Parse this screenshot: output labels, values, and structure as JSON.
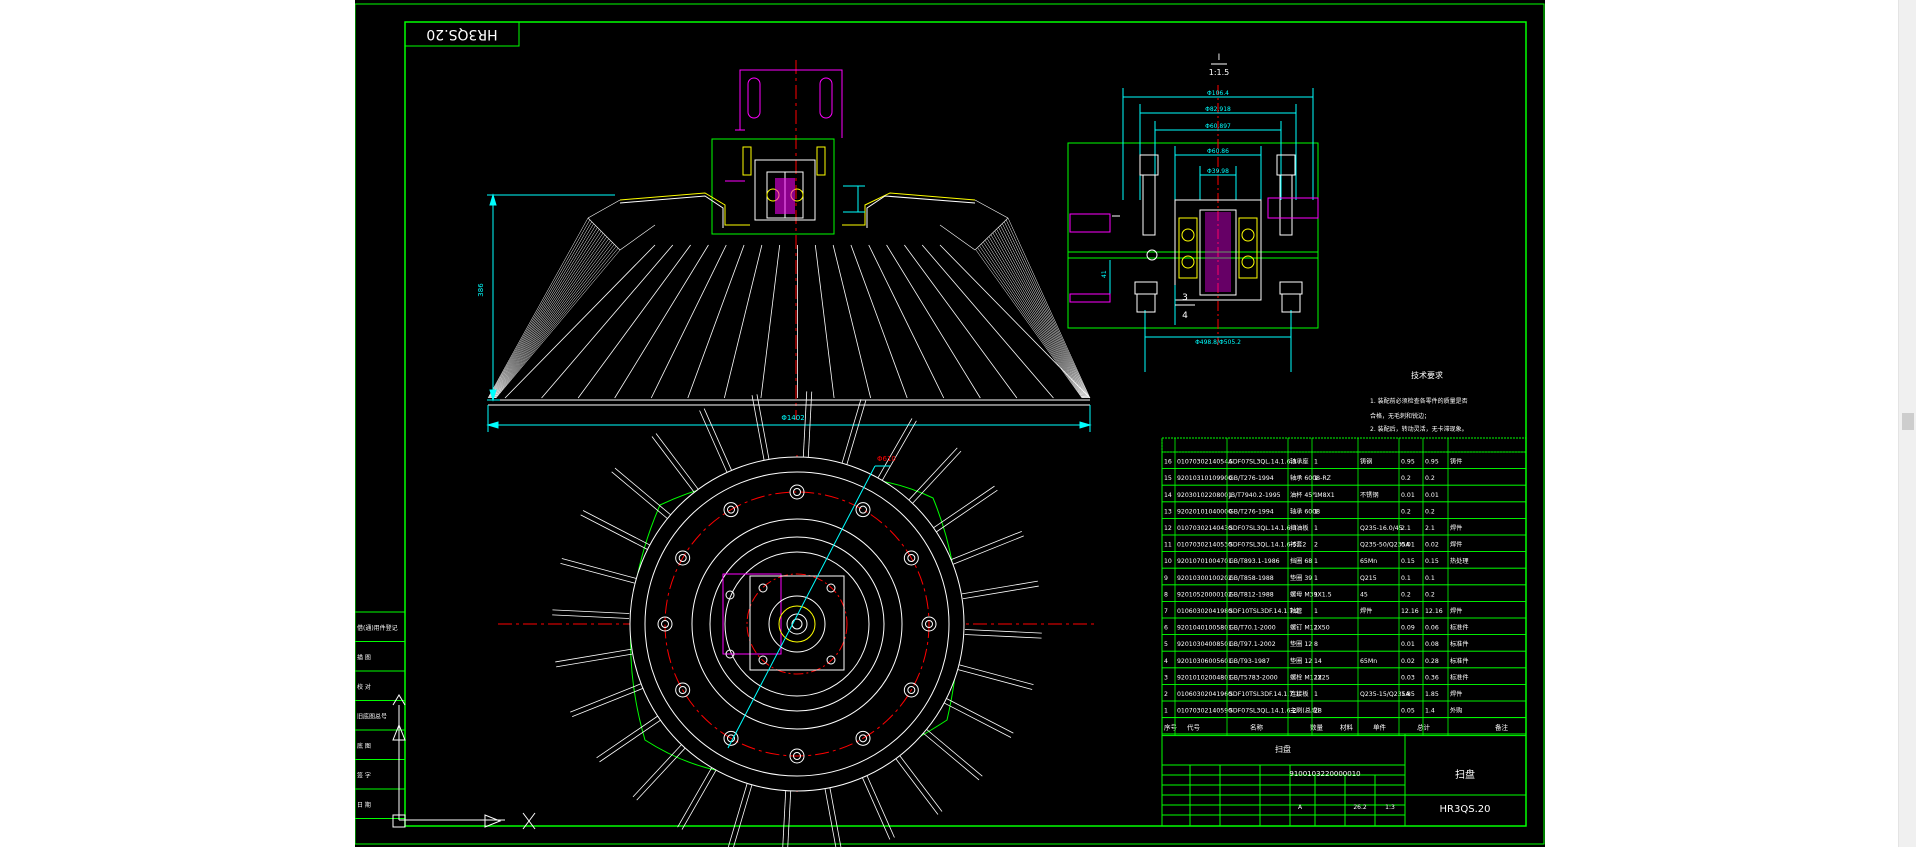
{
  "drawing": {
    "rotated_title": "HR3QS.20",
    "detail_view": {
      "label": "I",
      "scale": "1:1.5"
    },
    "dimensions": {
      "overall_width": "Φ1402",
      "height": "386",
      "hole_pcd": "Φ610",
      "d1": "Φ106.4",
      "d2": "Φ82.918",
      "d3": "Φ60.897",
      "d4": "Φ60.86",
      "d5": "Φ39.98",
      "d_base": "Φ498.8/Φ505.2",
      "h_side": "41"
    },
    "tech_req": {
      "title": "技术要求",
      "lines": [
        "1. 装配前必须检查各零件的质量是否",
        "   合格，无毛刺和锐边；",
        "2. 装配后，转动灵活，无卡滞现象。"
      ]
    },
    "marks": {
      "num": "3",
      "den": "4"
    }
  },
  "bom": {
    "headers": [
      "序号",
      "代号",
      "名称",
      "数量",
      "材料",
      "单件",
      "总计",
      "备注"
    ],
    "rows": [
      [
        "16",
        "0107030214054A",
        "SDF07SL3QL.14.1.6.3",
        "轴承座",
        "1",
        "铸钢",
        "0.95",
        "0.95",
        "铸件"
      ],
      [
        "15",
        "92010310109900",
        "GB/T276-1994",
        "轴承 6008-RZ",
        "1",
        "",
        "0.2",
        "0.2",
        ""
      ],
      [
        "14",
        "92030102208001",
        "JB/T7940.2-1995",
        "油杯 45° M8X1",
        "1",
        "不锈钢",
        "0.01",
        "0.01",
        ""
      ],
      [
        "13",
        "92020101040000",
        "GB/T276-1994",
        "轴承 6008",
        "1",
        "",
        "0.2",
        "0.2",
        ""
      ],
      [
        "12",
        "01070302140430",
        "SDF07SL3QL.14.1.6-3",
        "挡油板",
        "1",
        "Q235-16.0/45",
        "2.1",
        "2.1",
        "焊件"
      ],
      [
        "11",
        "01070302140530",
        "SDF07SL3QL.14.1.6-5",
        "衬套2",
        "2",
        "Q235-50/Q235A",
        "0.01",
        "0.02",
        "焊件"
      ],
      [
        "10",
        "92010701004701",
        "GB/T893.1-1986",
        "挡圈 68",
        "1",
        "65Mn",
        "0.15",
        "0.15",
        "热处理"
      ],
      [
        "9",
        "92010300100202",
        "GB/T858-1988",
        "垫圈 39",
        "1",
        "Q215",
        "0.1",
        "0.1",
        ""
      ],
      [
        "8",
        "92010520000102",
        "GB/T812-1988",
        "螺母 M39X1.5",
        "1",
        "45",
        "0.2",
        "0.2",
        ""
      ],
      [
        "7",
        "01060302041980",
        "SDF10TSL3DF.14.1.7.2",
        "轴管",
        "1",
        "焊件",
        "12.16",
        "12.16",
        "焊件"
      ],
      [
        "6",
        "92010401005801",
        "GB/T70.1-2000",
        "螺钉 M12X50",
        "1",
        "",
        "0.09",
        "0.06",
        "标准件"
      ],
      [
        "5",
        "92010304008501",
        "GB/T97.1-2002",
        "垫圈 12",
        "8",
        "",
        "0.01",
        "0.08",
        "标准件"
      ],
      [
        "4",
        "92010306005601",
        "GB/T93-1987",
        "垫圈 12",
        "14",
        "65Mn",
        "0.02",
        "0.28",
        "标准件"
      ],
      [
        "3",
        "92010102004801",
        "GB/T5783-2000",
        "螺栓 M12X25",
        "12",
        "",
        "0.03",
        "0.36",
        "标准件"
      ],
      [
        "2",
        "01060302041960",
        "SDF10TSL3DF.14.1.7-1",
        "连接板",
        "1",
        "Q235-15/Q235A",
        "1.85",
        "1.85",
        "焊件"
      ],
      [
        "1",
        "01070302140590",
        "SDF07SL3QL.14.1.6-2",
        "主刷(总成)",
        "28",
        "",
        "0.05",
        "1.4",
        "外购"
      ]
    ]
  },
  "title_block": {
    "part_name": "扫盘",
    "drawing_number": "9100103220000010",
    "part_code": "HR3QS.20",
    "left_block_labels": [
      "借(通)用件登记",
      "描 图",
      "校 对",
      "旧底图总号",
      "底 图",
      "签 字",
      "日 期"
    ],
    "scale_values": [
      "26.2",
      "1:3"
    ],
    "stage": "A"
  },
  "colors": {
    "frame": "#00ff00",
    "outline": "#ffffff",
    "dimension": "#00ffff",
    "centerline": "#ff0000",
    "plate": "#ff00ff",
    "bolt": "#ffff00"
  }
}
